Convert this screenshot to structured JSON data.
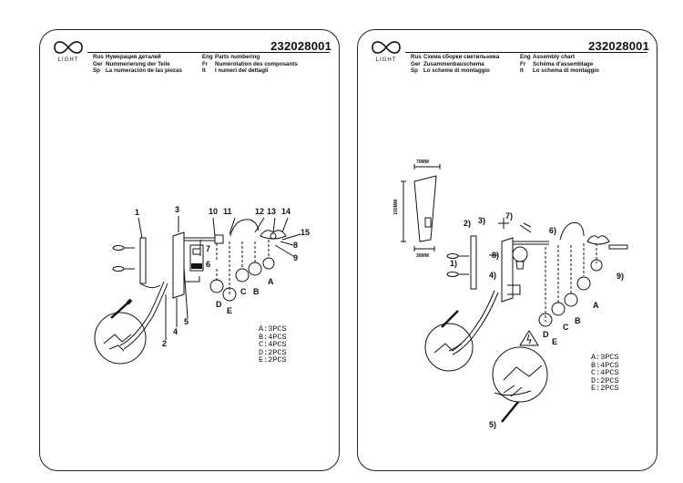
{
  "sheets": [
    {
      "logo_text": "LIGHT",
      "code": "232028001",
      "header": [
        {
          "lang1": "Rus",
          "text1": "Нумерация деталей",
          "lang2": "Eng",
          "text2": "Parts numbering"
        },
        {
          "lang1": "Ger",
          "text1": "Nummerierung der Teile",
          "lang2": "Fr",
          "text2": "Numérotation des composants"
        },
        {
          "lang1": "Sp",
          "text1": "La numeración de las piezas",
          "lang2": "It",
          "text2": "I numeri del dettagli"
        }
      ],
      "labels": [
        "1",
        "2",
        "3",
        "4",
        "5",
        "6",
        "7",
        "8",
        "9",
        "10",
        "11",
        "12",
        "13",
        "14",
        "15",
        "A",
        "B",
        "C",
        "D",
        "E"
      ],
      "quantities": [
        "A:3PCS",
        "B:4PCS",
        "C:4PCS",
        "D:2PCS",
        "E:2PCS"
      ]
    },
    {
      "logo_text": "LIGHT",
      "code": "232028001",
      "header": [
        {
          "lang1": "Rus",
          "text1": "Схема сборки светильника",
          "lang2": "Eng",
          "text2": "Assembly chart"
        },
        {
          "lang1": "Ger",
          "text1": "Zusammenbauschema",
          "lang2": "Fr",
          "text2": "Schéma d'assemblage"
        },
        {
          "lang1": "Sp",
          "text1": "Lo scheme di montaggio",
          "lang2": "It",
          "text2": "Lo schema di montaggio"
        }
      ],
      "labels": [
        "1)",
        "2)",
        "3)",
        "4)",
        "5)",
        "6)",
        "7)",
        "8)",
        "9)",
        "A",
        "B",
        "C",
        "D",
        "E"
      ],
      "dims": [
        "70MM",
        "150MM",
        "30MM"
      ],
      "quantities": [
        "A:3PCS",
        "B:4PCS",
        "C:4PCS",
        "D:2PCS",
        "E:2PCS"
      ]
    }
  ]
}
